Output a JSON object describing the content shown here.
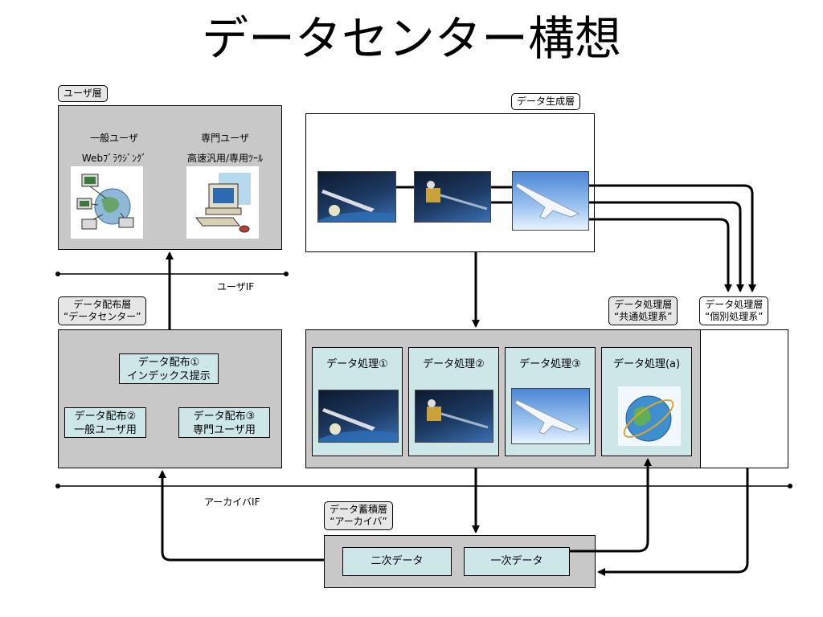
{
  "title": "データセンター構想",
  "user_layer": {
    "tag": "ユーザ層",
    "general_user": "一般ユーザ",
    "web_browsing": "Webﾌﾞﾗｳｼﾞﾝｸﾞ",
    "expert_user": "専門ユーザ",
    "expert_tools": "高速汎用/専用ﾂｰﾙ"
  },
  "user_if": "ユーザIF",
  "archive_if": "アーカイバIF",
  "generation_layer": {
    "tag": "データ生成層"
  },
  "distribution_layer": {
    "tag_line1": "データ配布層",
    "tag_line2": "“データセンター”",
    "dist1_line1": "データ配布①",
    "dist1_line2": "インデックス提示",
    "dist2_line1": "データ配布②",
    "dist2_line2": "一般ユーザ用",
    "dist3_line1": "データ配布③",
    "dist3_line2": "専門ユーザ用"
  },
  "processing_common": {
    "tag_line1": "データ処理層",
    "tag_line2": "“共通処理系”",
    "cols": [
      "データ処理①",
      "データ処理②",
      "データ処理③",
      "データ処理(a)"
    ]
  },
  "processing_individual": {
    "tag_line1": "データ処理層",
    "tag_line2": "“個別処理系”"
  },
  "storage_layer": {
    "tag_line1": "データ蓄積層",
    "tag_line2": "“アーカイバ”",
    "secondary": "二次データ",
    "primary": "一次データ"
  },
  "icons": {
    "network_pc": "network-computers-icon",
    "workstation": "workstation-icon",
    "rocket": "rocket-image",
    "satellite": "satellite-image",
    "jet": "supersonic-jet-image",
    "globe": "globe-orbit-image"
  }
}
